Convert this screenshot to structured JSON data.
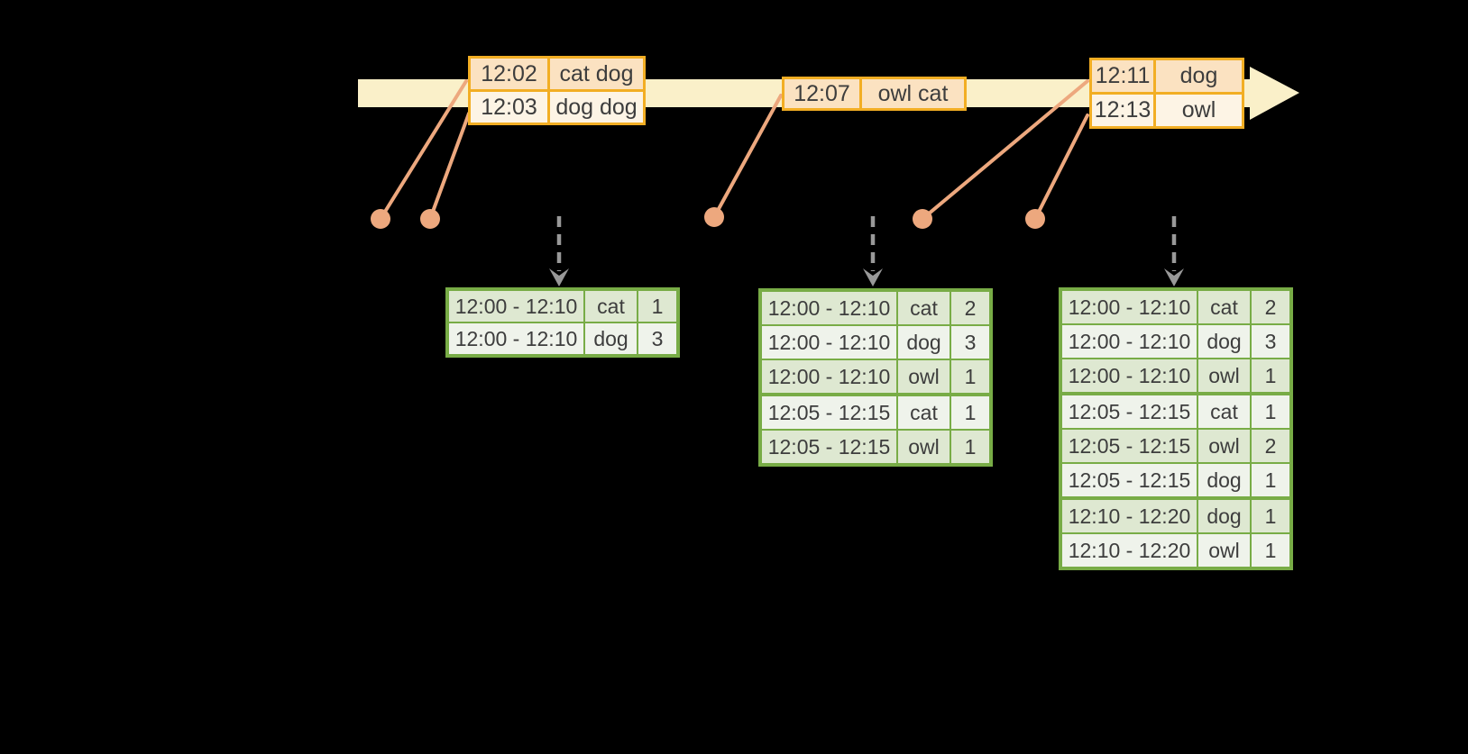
{
  "colors": {
    "timeline_band": "#FAF0C9",
    "event_table_border": "#F2AE24",
    "event_row_dark": "#FBE2C1",
    "event_row_light": "#FDF4E5",
    "connector_salmon": "#EDA87E",
    "result_table_border": "#78AC46",
    "result_row_dark": "#DEE8D1",
    "result_row_light": "#EFF3EB",
    "trigger_arrow_gray": "#999999",
    "text": "#3D3D3D"
  },
  "input_stream": {
    "event_groups": [
      {
        "rows": [
          {
            "time": "12:02",
            "words": "cat dog"
          },
          {
            "time": "12:03",
            "words": "dog dog"
          }
        ]
      },
      {
        "rows": [
          {
            "time": "12:07",
            "words": "owl cat"
          }
        ]
      },
      {
        "rows": [
          {
            "time": "12:11",
            "words": "dog"
          },
          {
            "time": "12:13",
            "words": "owl"
          }
        ]
      }
    ]
  },
  "result_tables": [
    {
      "rows": [
        {
          "window": "12:00 - 12:10",
          "word": "cat",
          "count": "1"
        },
        {
          "window": "12:00 - 12:10",
          "word": "dog",
          "count": "3"
        }
      ]
    },
    {
      "rows": [
        {
          "window": "12:00 - 12:10",
          "word": "cat",
          "count": "2"
        },
        {
          "window": "12:00 - 12:10",
          "word": "dog",
          "count": "3"
        },
        {
          "window": "12:00 - 12:10",
          "word": "owl",
          "count": "1"
        },
        {
          "window": "12:05 - 12:15",
          "word": "cat",
          "count": "1"
        },
        {
          "window": "12:05 - 12:15",
          "word": "owl",
          "count": "1"
        }
      ]
    },
    {
      "rows": [
        {
          "window": "12:00 - 12:10",
          "word": "cat",
          "count": "2"
        },
        {
          "window": "12:00 - 12:10",
          "word": "dog",
          "count": "3"
        },
        {
          "window": "12:00 - 12:10",
          "word": "owl",
          "count": "1"
        },
        {
          "window": "12:05 - 12:15",
          "word": "cat",
          "count": "1"
        },
        {
          "window": "12:05 - 12:15",
          "word": "owl",
          "count": "2"
        },
        {
          "window": "12:05 - 12:15",
          "word": "dog",
          "count": "1"
        },
        {
          "window": "12:10 - 12:20",
          "word": "dog",
          "count": "1"
        },
        {
          "window": "12:10 - 12:20",
          "word": "owl",
          "count": "1"
        }
      ]
    }
  ]
}
